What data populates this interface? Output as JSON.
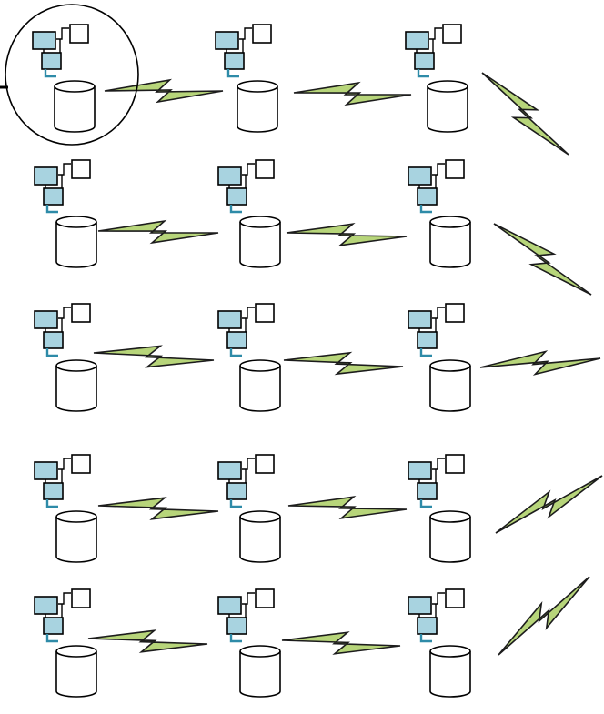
{
  "colors": {
    "monitor_fill": "#a8d3e0",
    "stroke": "#000000",
    "connector": "#2e8ba8",
    "link_fill": "#b7d57a",
    "cylinder_fill": "#ffffff",
    "background": "#ffffff"
  },
  "diagram": {
    "rows": 5,
    "nodes_per_row": 3,
    "node_icon": "workstation-with-database-icon",
    "link_icon": "lightning-link-icon",
    "highlight": "first-node-circled",
    "external_connector": "line-into-highlighted-node"
  }
}
